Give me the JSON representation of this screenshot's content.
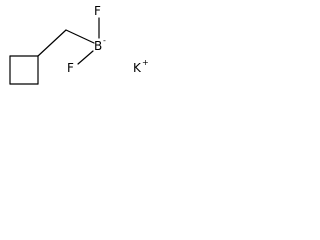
{
  "molecule": {
    "atoms": {
      "fluorine_top": "F",
      "fluorine_left": "F",
      "boron": "B",
      "boron_charge": "-",
      "potassium": "K",
      "potassium_charge": "+"
    }
  }
}
